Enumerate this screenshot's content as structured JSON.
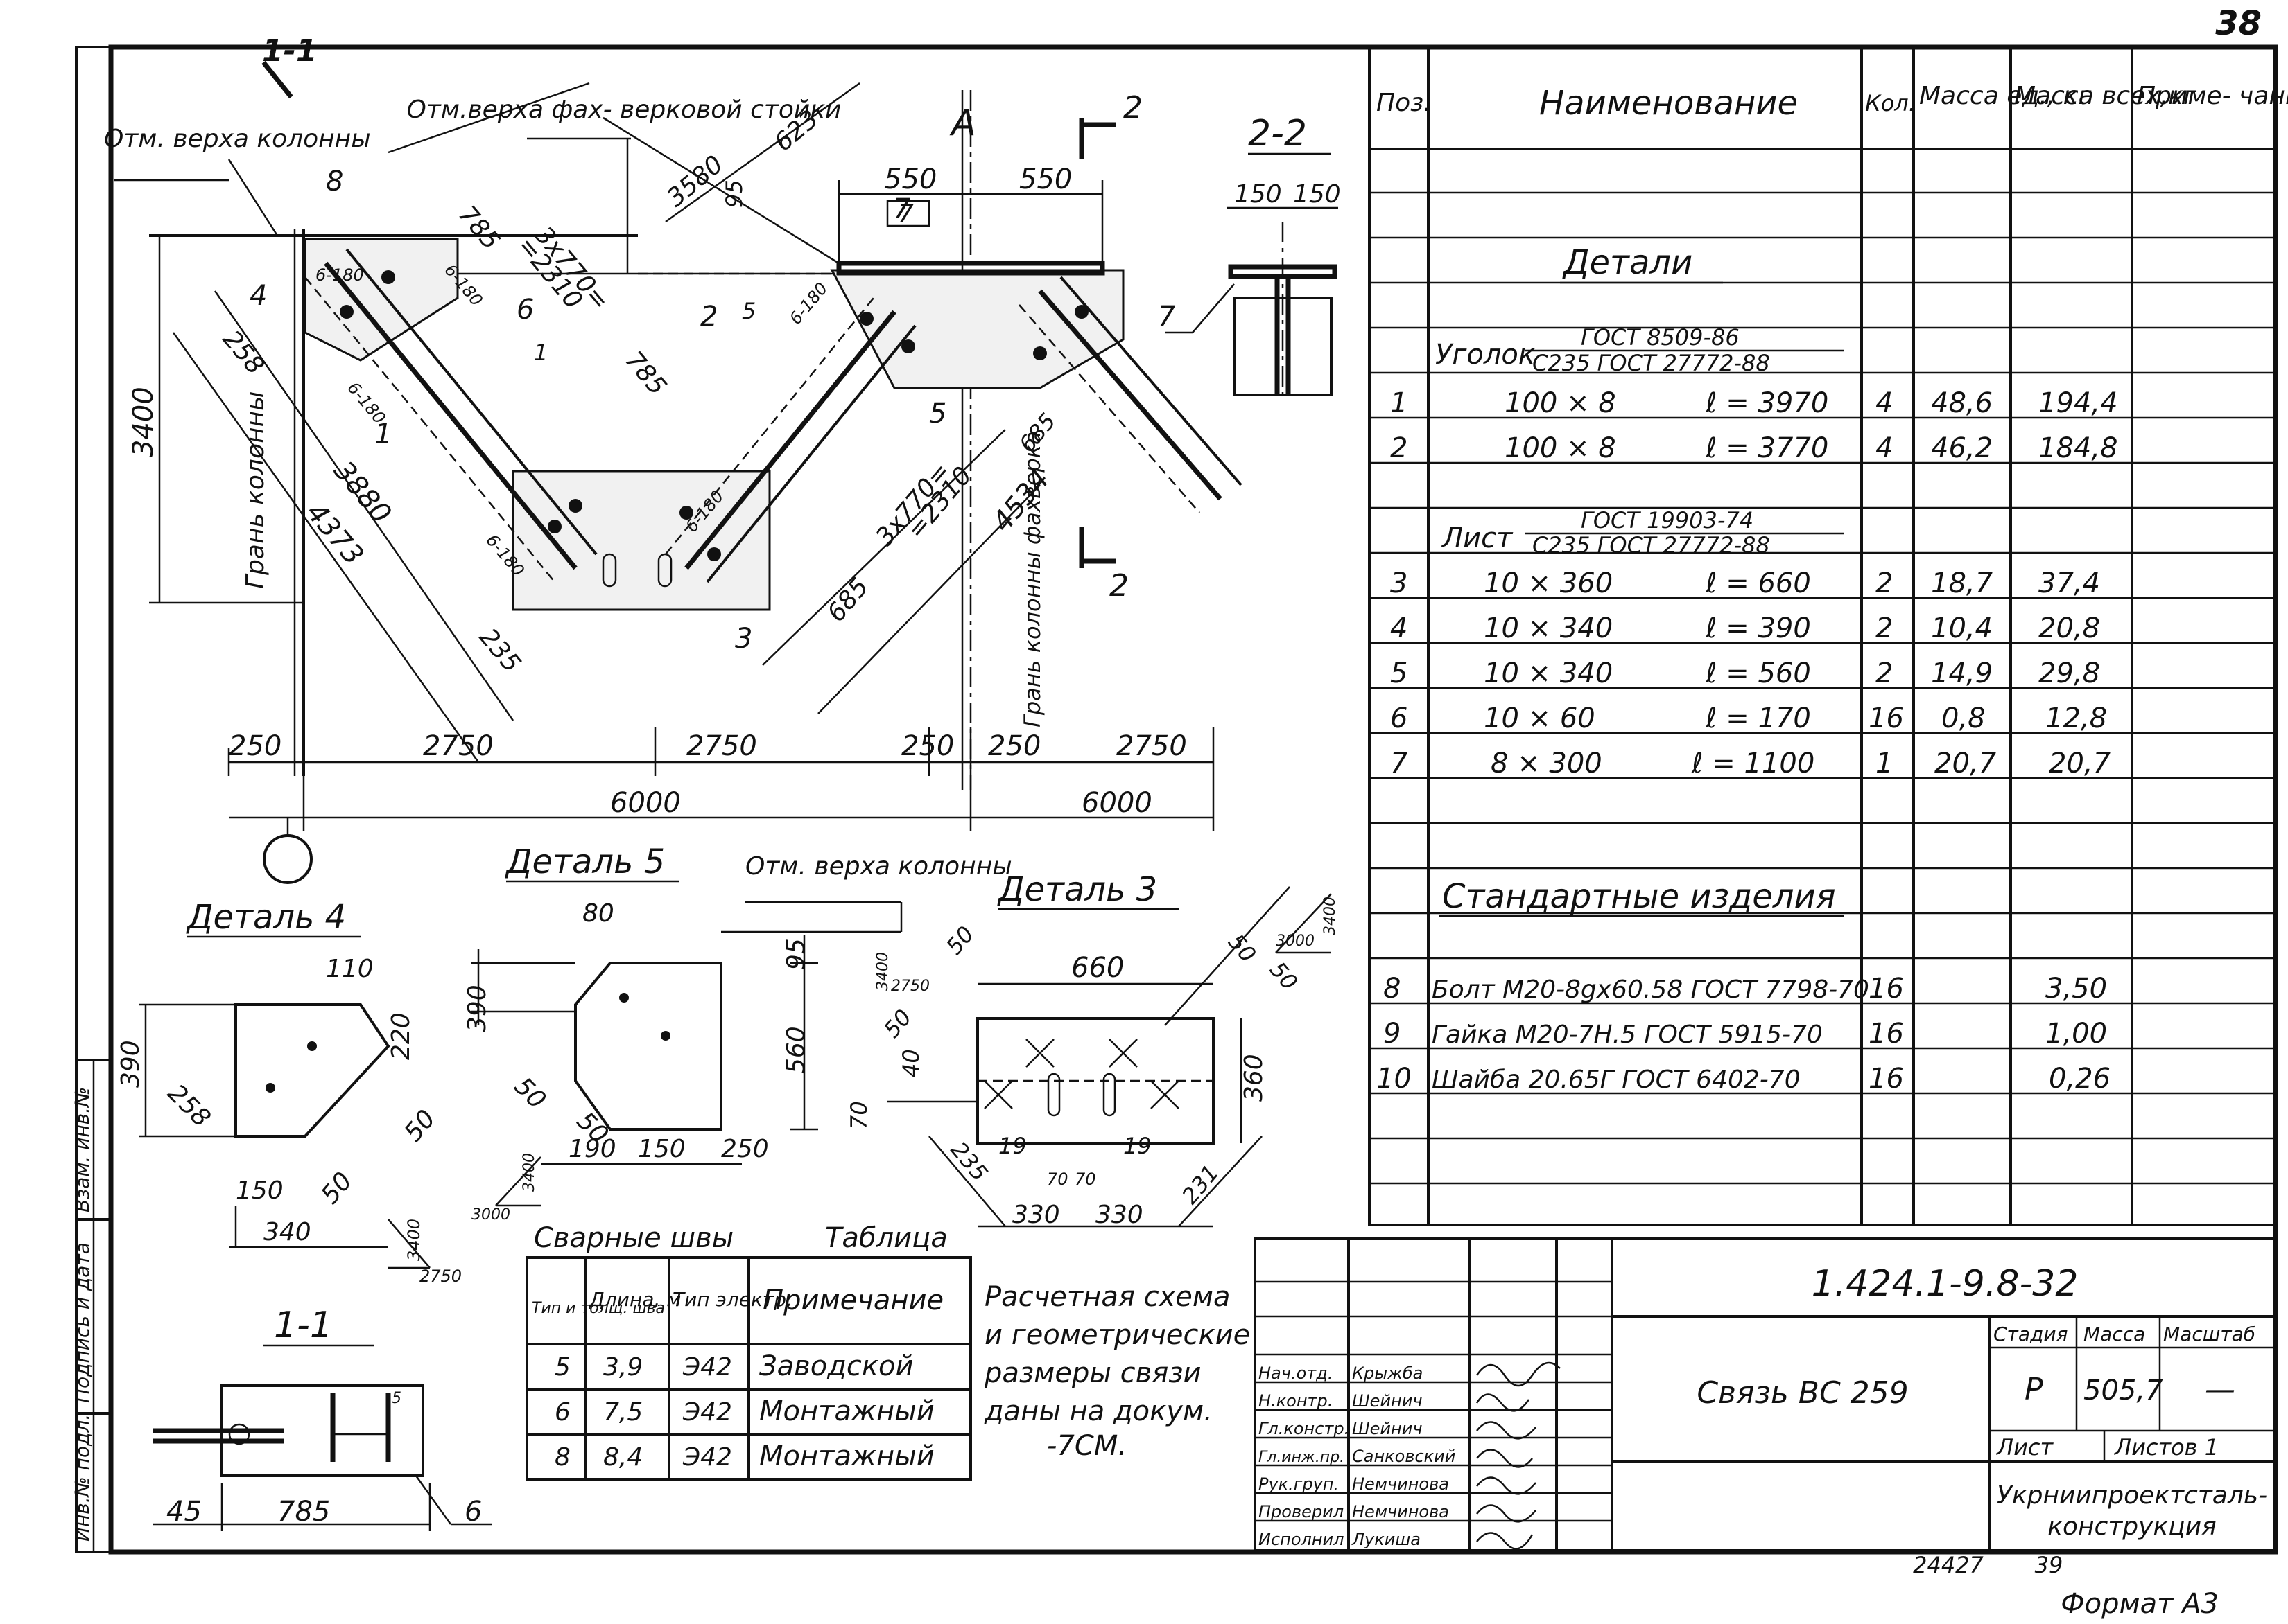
{
  "page_number": "38",
  "format": "Формат A3",
  "sheet_codes": [
    "24427",
    "39"
  ],
  "drawing": {
    "section_11": "1-1",
    "section_22": "2-2",
    "axis_mark": "А",
    "col_top_mark": "Отм. верха колонны",
    "fachwerk_top_mark": "Отм.верха фах- верковой стойки",
    "col_face": "Грань колонны",
    "fach_face": "Грань колонны фахверка",
    "labels": {
      "l8": "8",
      "l4": "4",
      "l6": "6",
      "l1": "1",
      "l2": "2",
      "l5": "5",
      "l3": "3",
      "l7": "7",
      "l5b": "5",
      "l2sec": "2",
      "l7sec": "7",
      "l1sec": "1",
      "l6sec": "6"
    },
    "dims": {
      "d785a": "785",
      "d785b": "785",
      "d3x770a": "3x770=",
      "d2310a": "=2310",
      "d3580": "3580",
      "d623": "623",
      "d95": "95",
      "d550a": "550",
      "d550b": "550",
      "d150a": "150",
      "d150b": "150",
      "d5": "5",
      "d3400": "3400",
      "d258": "258",
      "d3880": "3880",
      "d4373": "4373",
      "d235": "235",
      "d685a": "685",
      "d685b": "685",
      "d3x770b": "3x770=",
      "d2310b": "=2310",
      "d4534": "4534",
      "d250a": "250",
      "d2750a": "2750",
      "d2750b": "2750",
      "d250b": "250",
      "d250c": "250",
      "d2750c": "2750",
      "d6000a": "6000",
      "d6000b": "6000",
      "weld": "6-180",
      "s11_45": "45",
      "s11_785": "785",
      "s11_5": "5"
    }
  },
  "details": {
    "detail4": {
      "title": "Деталь 4",
      "d110": "110",
      "d220": "220",
      "d390": "390",
      "d258": "258",
      "d150": "150",
      "d340": "340",
      "d50a": "50",
      "d50b": "50",
      "s3400": "3400",
      "s2750": "2750"
    },
    "detail5": {
      "title": "Деталь 5",
      "d80": "80",
      "d390": "390",
      "d95": "95",
      "d560": "560",
      "d50a": "50",
      "d50b": "50",
      "d190": "190",
      "d150": "150",
      "d250": "250",
      "s3400": "3400",
      "s3000": "3000",
      "col_top": "Отм. верха колонны"
    },
    "detail3": {
      "title": "Деталь 3",
      "d660": "660",
      "d360": "360",
      "d40": "40",
      "d70": "70",
      "d19a": "19",
      "d19b": "19",
      "d70a": "70",
      "d70b": "70",
      "d235": "235",
      "d231": "231",
      "d330a": "330",
      "d330b": "330",
      "d50a": "50",
      "d50b": "50",
      "d50c": "50",
      "d50d": "50",
      "s3400a": "3400",
      "s2750": "2750",
      "s3000": "3000",
      "s3400b": "3400"
    }
  },
  "welds": {
    "title": "Сварные швы",
    "table_word": "Таблица",
    "headers": [
      "Тип и толщ. шва",
      "Длина, м",
      "Тип электр.",
      "Примечание"
    ],
    "rows": [
      {
        "type": "5",
        "len": "3,9",
        "el": "Э42",
        "note": "Заводской"
      },
      {
        "type": "6",
        "len": "7,5",
        "el": "Э42",
        "note": "Монтажный"
      },
      {
        "type": "8",
        "len": "8,4",
        "el": "Э42",
        "note": "Монтажный"
      }
    ]
  },
  "note": [
    "Расчетная схема",
    "и геометрические",
    "размеры связи",
    "даны на докум.",
    "-7СМ."
  ],
  "spec": {
    "headers": {
      "pos": "Поз.",
      "name": "Наименование",
      "qty": "Кол.",
      "mass1": "Масса ед., кг",
      "mass_all": "Масса всех,кг",
      "note": "Приме- чание"
    },
    "section_details": "Детали",
    "section_std": "Стандартные изделия",
    "angle_title": "Уголок",
    "angle_gost_top": "ГОСТ 8509-86",
    "angle_gost_bot": "С235 ГОСТ 27772-88",
    "sheet_title": "Лист",
    "sheet_gost_top": "ГОСТ 19903-74",
    "sheet_gost_bot": "С235 ГОСТ 27772-88",
    "items": [
      {
        "pos": "1",
        "size": "100 × 8",
        "len": "ℓ = 3970",
        "qty": "4",
        "m1": "48,6",
        "mall": "194,4"
      },
      {
        "pos": "2",
        "size": "100 × 8",
        "len": "ℓ = 3770",
        "qty": "4",
        "m1": "46,2",
        "mall": "184,8"
      },
      {
        "pos": "3",
        "size": "10 × 360",
        "len": "ℓ = 660",
        "qty": "2",
        "m1": "18,7",
        "mall": "37,4"
      },
      {
        "pos": "4",
        "size": "10 × 340",
        "len": "ℓ = 390",
        "qty": "2",
        "m1": "10,4",
        "mall": "20,8"
      },
      {
        "pos": "5",
        "size": "10 × 340",
        "len": "ℓ = 560",
        "qty": "2",
        "m1": "14,9",
        "mall": "29,8"
      },
      {
        "pos": "6",
        "size": "10 × 60",
        "len": "ℓ = 170",
        "qty": "16",
        "m1": "0,8",
        "mall": "12,8"
      },
      {
        "pos": "7",
        "size": "8 × 300",
        "len": "ℓ = 1100",
        "qty": "1",
        "m1": "20,7",
        "mall": "20,7"
      }
    ],
    "std_items": [
      {
        "pos": "8",
        "name": "Болт М20-8gx60.58 ГОСТ 7798-70",
        "qty": "16",
        "mall": "3,50"
      },
      {
        "pos": "9",
        "name": "Гайка М20-7Н.5 ГОСТ 5915-70",
        "qty": "16",
        "mall": "1,00"
      },
      {
        "pos": "10",
        "name": "Шайба 20.65Г ГОСТ 6402-70",
        "qty": "16",
        "mall": "0,26"
      }
    ]
  },
  "title_block": {
    "code": "1.424.1-9.8-32",
    "name": "Связь ВС 259",
    "stage_h": "Стадия",
    "mass_h": "Масса",
    "scale_h": "Масштаб",
    "stage": "Р",
    "mass": "505,7",
    "scale": "—",
    "sheet_h": "Лист",
    "sheets_h": "Листов 1",
    "org": [
      "Укрниипроектсталь-",
      "конструкция"
    ],
    "people": [
      {
        "role": "Нач.отд.",
        "name": "Крыжба"
      },
      {
        "role": "Н.контр.",
        "name": "Шейнич"
      },
      {
        "role": "Гл.констр.",
        "name": "Шейнич"
      },
      {
        "role": "Гл.инж.пр.",
        "name": "Санковский"
      },
      {
        "role": "Рук.груп.",
        "name": "Немчинова"
      },
      {
        "role": "Проверил",
        "name": "Немчинова"
      },
      {
        "role": "Исполнил",
        "name": "Лукиша"
      }
    ]
  },
  "side_stamp": [
    "Инв.№ подл.",
    "Подпись и дата",
    "Взам. инв.№"
  ]
}
